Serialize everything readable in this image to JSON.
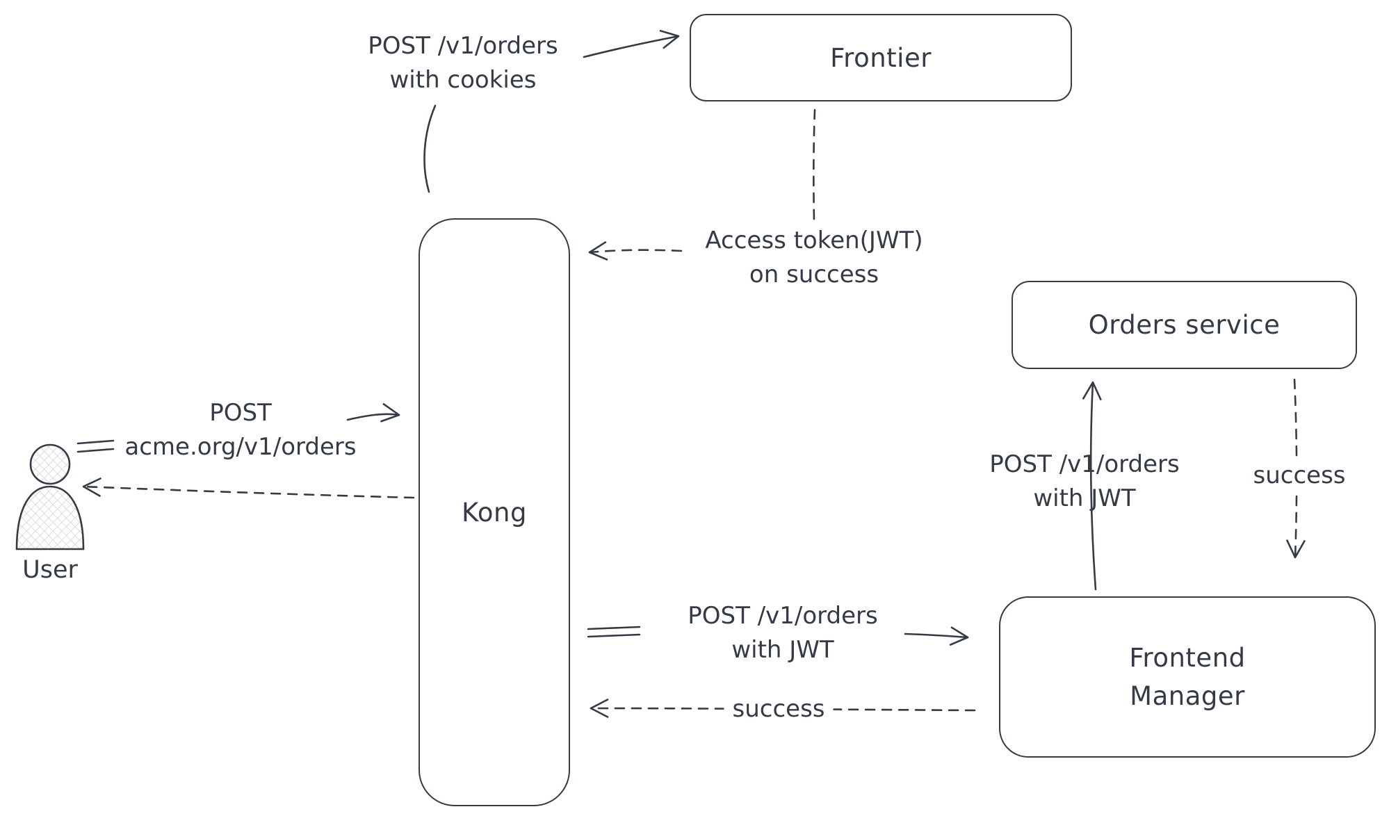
{
  "diagram": {
    "colors": {
      "stroke": "#343a46",
      "background": "#ffffff"
    },
    "nodes": {
      "frontier": {
        "label": "Frontier"
      },
      "kong": {
        "label": "Kong"
      },
      "orders_service": {
        "label": "Orders service"
      },
      "frontend_manager": {
        "line1": "Frontend",
        "line2": "Manager"
      },
      "user": {
        "label": "User"
      }
    },
    "edges": {
      "post_orders_cookies": {
        "line1": "POST /v1/orders",
        "line2": "with cookies"
      },
      "access_token": {
        "line1": "Access token(JWT)",
        "line2": "on success"
      },
      "post_acme": {
        "line1": "POST",
        "line2": "acme.org/v1/orders"
      },
      "post_jwt_to_frontend": {
        "line1": "POST /v1/orders",
        "line2": "with JWT"
      },
      "success_to_kong": {
        "label": "success"
      },
      "post_jwt_to_orders": {
        "line1": "POST /v1/orders",
        "line2": "with JWT"
      },
      "success_from_orders": {
        "label": "success"
      }
    }
  }
}
